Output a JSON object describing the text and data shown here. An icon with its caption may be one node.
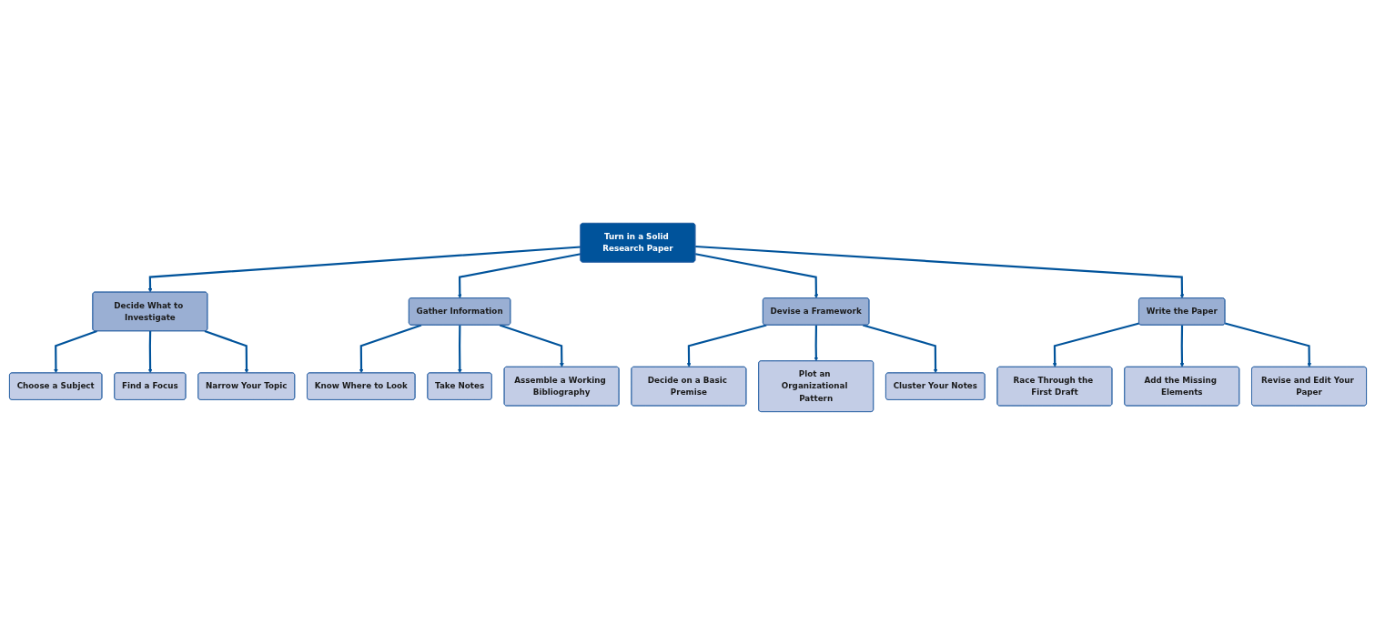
{
  "diagram": {
    "nodes": [
      {
        "text": [
          "Turn in a Solid Research Paper"
        ]
      },
      {
        "text": [
          "Decide What to Investigate"
        ]
      },
      {
        "text": [
          "Gather Information"
        ]
      },
      {
        "text": [
          "Devise a Framework"
        ]
      },
      {
        "text": [
          "Write the Paper"
        ]
      },
      {
        "text": [
          "Choose a Subject"
        ]
      },
      {
        "text": [
          "Find a Focus"
        ]
      },
      {
        "text": [
          "Narrow Your Topic"
        ]
      },
      {
        "text": [
          "Know Where to Look"
        ]
      },
      {
        "text": [
          "Take Notes"
        ]
      },
      {
        "text": [
          "Assemble a Working Bibliography"
        ]
      },
      {
        "text": [
          "Decide on a Basic Premise"
        ]
      },
      {
        "text": [
          "Plot an Organizational Pattern"
        ]
      },
      {
        "text": [
          "Cluster Your Notes"
        ]
      },
      {
        "text": [
          "Race Through the First Draft"
        ]
      },
      {
        "text": [
          "Add the Missing Elements"
        ]
      },
      {
        "text": [
          "Revise and Edit Your Paper"
        ]
      }
    ],
    "edges": [
      {
        "from": 0,
        "to": 1,
        "arrow": "to"
      },
      {
        "from": 0,
        "to": 2,
        "arrow": "to"
      },
      {
        "from": 0,
        "to": 3,
        "arrow": "to"
      },
      {
        "from": 0,
        "to": 4,
        "arrow": "to"
      },
      {
        "from": 1,
        "to": 5,
        "arrow": "to"
      },
      {
        "from": 1,
        "to": 6,
        "arrow": "to"
      },
      {
        "from": 1,
        "to": 7,
        "arrow": "to"
      },
      {
        "from": 2,
        "to": 8,
        "arrow": "to"
      },
      {
        "from": 2,
        "to": 9,
        "arrow": "to"
      },
      {
        "from": 2,
        "to": 10,
        "arrow": "to"
      },
      {
        "from": 3,
        "to": 11,
        "arrow": "to"
      },
      {
        "from": 3,
        "to": 12,
        "arrow": "to"
      },
      {
        "from": 3,
        "to": 13,
        "arrow": "to"
      },
      {
        "from": 4,
        "to": 14,
        "arrow": "to"
      },
      {
        "from": 4,
        "to": 15,
        "arrow": "to"
      },
      {
        "from": 4,
        "to": 16,
        "arrow": "to"
      }
    ]
  }
}
